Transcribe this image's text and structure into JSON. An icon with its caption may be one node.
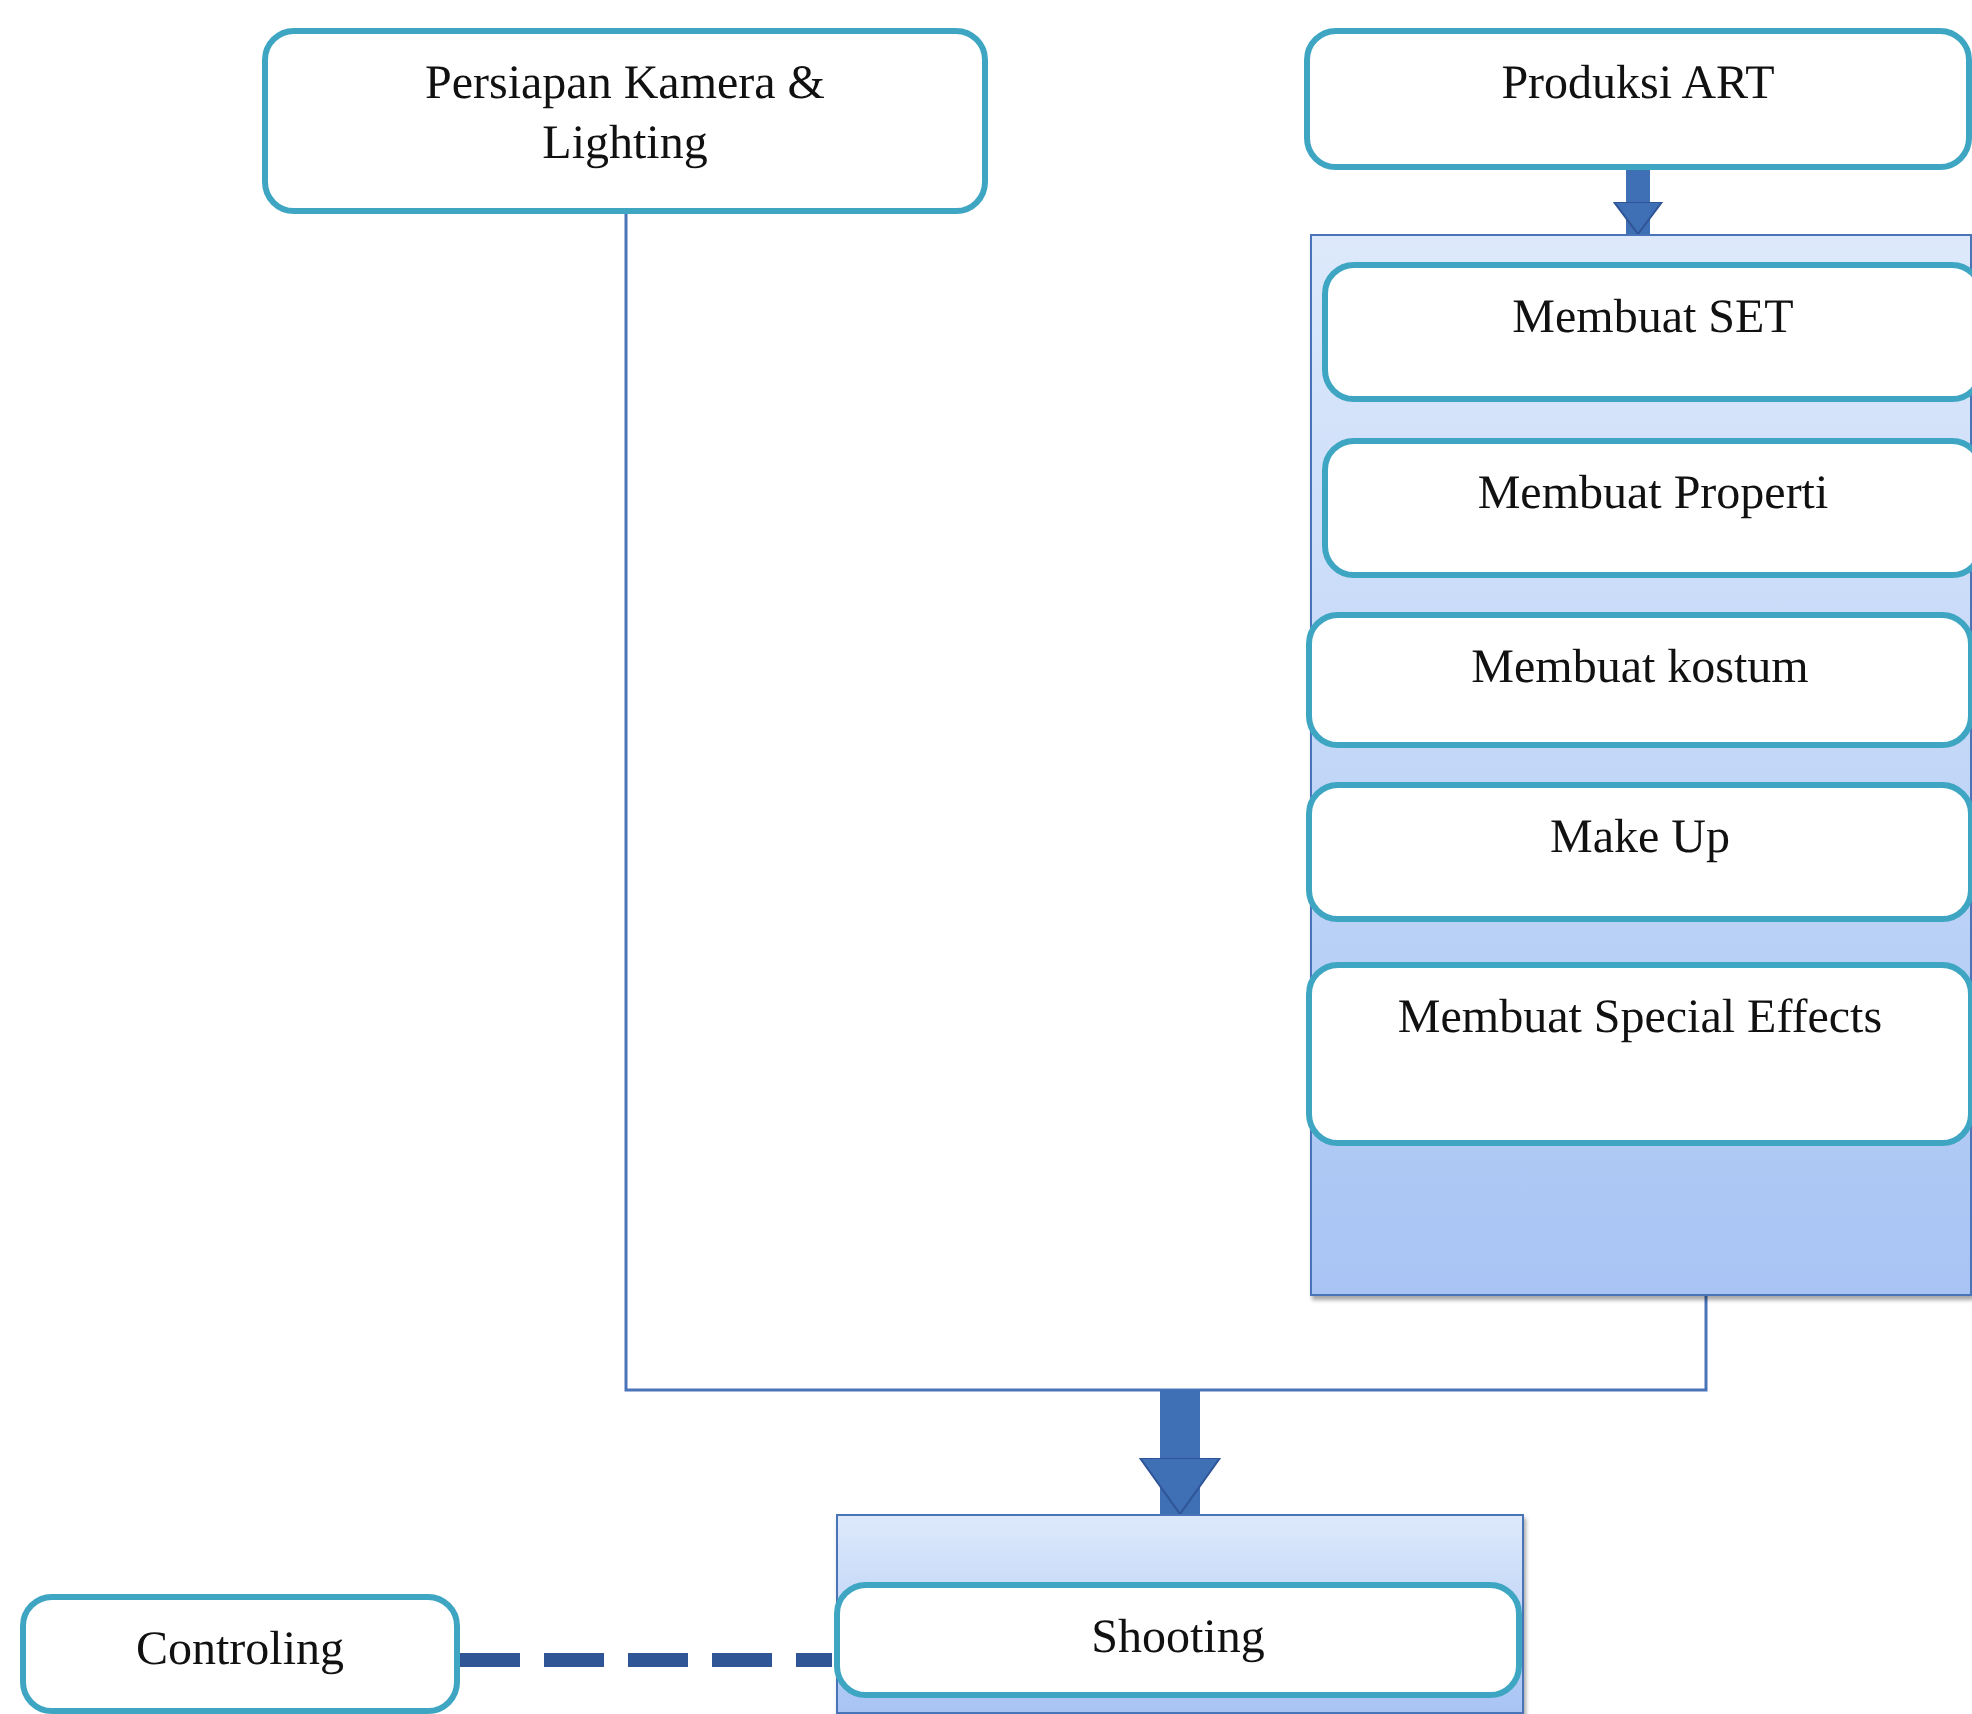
{
  "diagram": {
    "nodes": [
      {
        "text": [
          "Persiapan Kamera & Lighting"
        ]
      },
      {
        "text": [
          "Produksi ART"
        ]
      },
      {
        "text": [],
        "shape": "box"
      },
      {
        "text": [
          "Membuat SET"
        ],
        "in": 2
      },
      {
        "text": [
          "Membuat Properti"
        ],
        "in": 2
      },
      {
        "text": [
          "Membuat kostum"
        ],
        "in": 2
      },
      {
        "text": [
          "Make Up"
        ],
        "in": 2
      },
      {
        "text": [
          "Membuat Special Effects"
        ],
        "in": 2
      },
      {
        "text": [],
        "shape": "box"
      },
      {
        "text": [
          "Shooting"
        ],
        "in": 8
      },
      {
        "text": [
          "Controling"
        ]
      }
    ],
    "edges": [
      {
        "from": 1,
        "to": 2,
        "arrow": "to",
        "style": "thick"
      },
      {
        "from": 0,
        "to": 8,
        "arrow": "to"
      },
      {
        "from": 2,
        "to": 8,
        "arrow": "to"
      },
      {
        "from": 10,
        "to": 9,
        "arrow": "none",
        "style": "dashed"
      }
    ]
  }
}
